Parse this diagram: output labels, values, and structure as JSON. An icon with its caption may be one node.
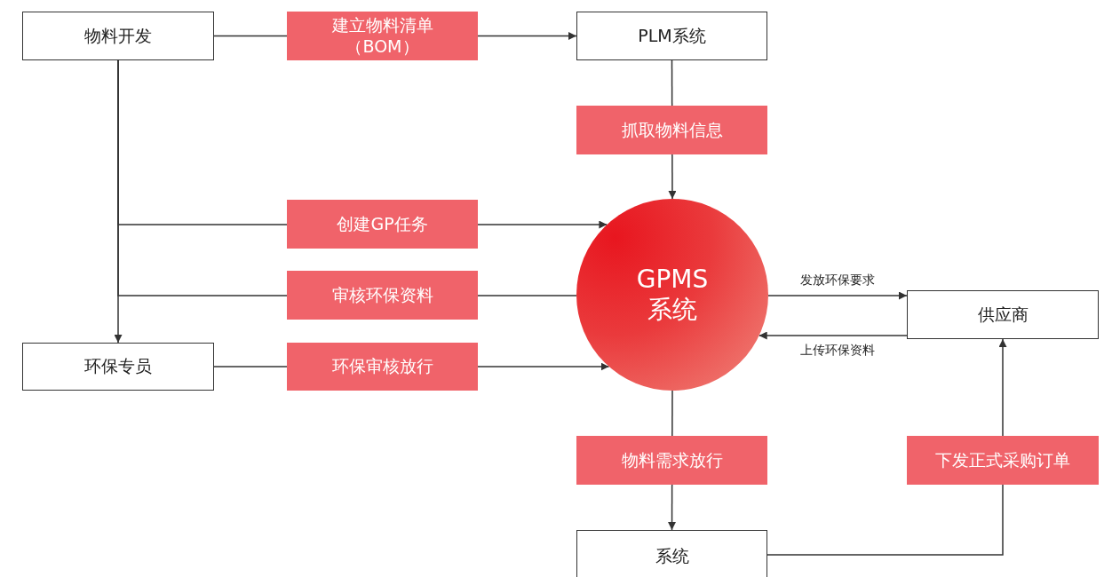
{
  "diagram": {
    "nodes": [
      {
        "text": [
          "物料开发"
        ]
      },
      {
        "text": [
          "PLM系统"
        ]
      },
      {
        "text": [
          "GPMS系统"
        ]
      },
      {
        "text": [
          "供应商"
        ]
      },
      {
        "text": [
          "环保专员"
        ]
      },
      {
        "text": [
          "系统"
        ]
      }
    ],
    "edges": [
      {
        "from": 0,
        "to": 1,
        "arrow": "to",
        "label": "建立物料清单（BOM）"
      },
      {
        "from": 1,
        "to": 2,
        "arrow": "to",
        "label": "抓取物料信息"
      },
      {
        "from": 0,
        "to": 4,
        "arrow": "to"
      },
      {
        "from": 0,
        "to": 2,
        "arrow": "to",
        "label": "创建GP任务"
      },
      {
        "from": 0,
        "to": 2,
        "arrow": "none",
        "label": "审核环保资料"
      },
      {
        "from": 4,
        "to": 2,
        "arrow": "to",
        "label": "环保审核放行"
      },
      {
        "from": 2,
        "to": 3,
        "arrow": "to",
        "label": "发放环保要求"
      },
      {
        "from": 3,
        "to": 2,
        "arrow": "to",
        "label": "上传环保资料"
      },
      {
        "from": 2,
        "to": 5,
        "arrow": "to",
        "label": "物料需求放行"
      },
      {
        "from": 5,
        "to": 3,
        "arrow": "to",
        "label": "下发正式采购订单"
      }
    ]
  }
}
